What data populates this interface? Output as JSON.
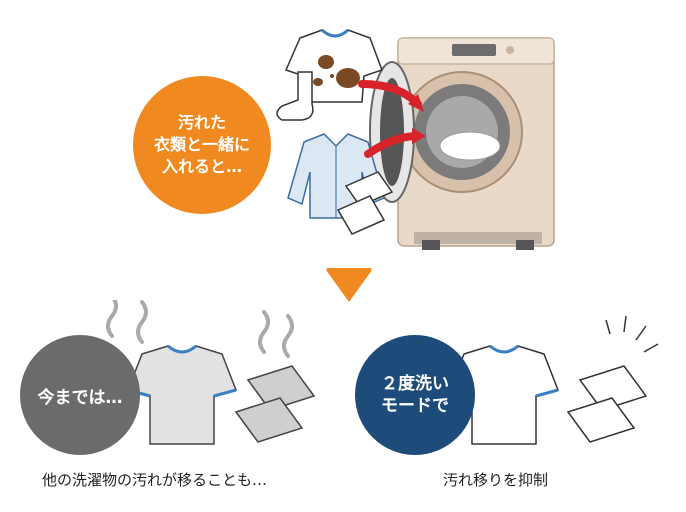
{
  "top": {
    "bubble": [
      "汚れた",
      "衣類と一緒に",
      "入れると…"
    ]
  },
  "bottom_left": {
    "bubble": "今までは…",
    "caption": "他の洗濯物の汚れが移ることも…"
  },
  "bottom_right": {
    "bubble": [
      "２度洗い",
      "モードで"
    ],
    "caption": "汚れ移りを抑制"
  },
  "colors": {
    "orange": "#f0891f",
    "gray": "#6b6b6b",
    "navy": "#1e4c7a",
    "arrow_red": "#d8232a",
    "washer_body": "#e8d9c9"
  }
}
